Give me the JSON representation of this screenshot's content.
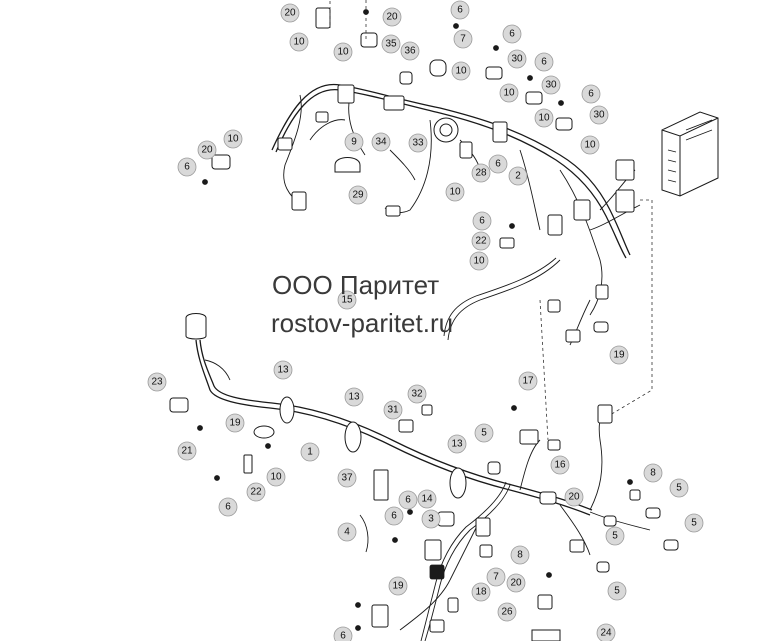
{
  "watermark": {
    "line1": "ООО Паритет",
    "line2": "rostov-paritet.ru"
  },
  "callouts": [
    {
      "id": "c1",
      "label": "20"
    },
    {
      "id": "c2",
      "label": "20"
    },
    {
      "id": "c3",
      "label": "6"
    },
    {
      "id": "c4",
      "label": "10"
    },
    {
      "id": "c5",
      "label": "10"
    },
    {
      "id": "c6",
      "label": "35"
    },
    {
      "id": "c7",
      "label": "36"
    },
    {
      "id": "c8",
      "label": "7"
    },
    {
      "id": "c9",
      "label": "6"
    },
    {
      "id": "c10",
      "label": "10"
    },
    {
      "id": "c11",
      "label": "30"
    },
    {
      "id": "c12",
      "label": "6"
    },
    {
      "id": "c13",
      "label": "10"
    },
    {
      "id": "c14",
      "label": "30"
    },
    {
      "id": "c15",
      "label": "6"
    },
    {
      "id": "c16",
      "label": "10"
    },
    {
      "id": "c17",
      "label": "30"
    },
    {
      "id": "c18",
      "label": "10"
    },
    {
      "id": "c19",
      "label": "9"
    },
    {
      "id": "c20",
      "label": "34"
    },
    {
      "id": "c21",
      "label": "33"
    },
    {
      "id": "c22",
      "label": "6"
    },
    {
      "id": "c23",
      "label": "2"
    },
    {
      "id": "c24",
      "label": "28"
    },
    {
      "id": "c25",
      "label": "10"
    },
    {
      "id": "c26",
      "label": "10"
    },
    {
      "id": "c27",
      "label": "20"
    },
    {
      "id": "c28",
      "label": "6"
    },
    {
      "id": "c29",
      "label": "29"
    },
    {
      "id": "c30",
      "label": "6"
    },
    {
      "id": "c31",
      "label": "22"
    },
    {
      "id": "c32",
      "label": "10"
    },
    {
      "id": "c33",
      "label": "15"
    },
    {
      "id": "c34",
      "label": "19"
    },
    {
      "id": "c35",
      "label": "23"
    },
    {
      "id": "c36",
      "label": "13"
    },
    {
      "id": "c37",
      "label": "13"
    },
    {
      "id": "c38",
      "label": "32"
    },
    {
      "id": "c39",
      "label": "17"
    },
    {
      "id": "c40",
      "label": "31"
    },
    {
      "id": "c41",
      "label": "21"
    },
    {
      "id": "c42",
      "label": "19"
    },
    {
      "id": "c43",
      "label": "1"
    },
    {
      "id": "c44",
      "label": "5"
    },
    {
      "id": "c45",
      "label": "10"
    },
    {
      "id": "c46",
      "label": "22"
    },
    {
      "id": "c47",
      "label": "13"
    },
    {
      "id": "c48",
      "label": "16"
    },
    {
      "id": "c49",
      "label": "8"
    },
    {
      "id": "c50",
      "label": "6"
    },
    {
      "id": "c51",
      "label": "37"
    },
    {
      "id": "c52",
      "label": "20"
    },
    {
      "id": "c53",
      "label": "5"
    },
    {
      "id": "c54",
      "label": "6"
    },
    {
      "id": "c55",
      "label": "14"
    },
    {
      "id": "c56",
      "label": "6"
    },
    {
      "id": "c57",
      "label": "3"
    },
    {
      "id": "c58",
      "label": "4"
    },
    {
      "id": "c59",
      "label": "5"
    },
    {
      "id": "c60",
      "label": "5"
    },
    {
      "id": "c61",
      "label": "7"
    },
    {
      "id": "c62",
      "label": "8"
    },
    {
      "id": "c63",
      "label": "19"
    },
    {
      "id": "c64",
      "label": "20"
    },
    {
      "id": "c65",
      "label": "5"
    },
    {
      "id": "c66",
      "label": "18"
    },
    {
      "id": "c67",
      "label": "26"
    },
    {
      "id": "c68",
      "label": "6"
    },
    {
      "id": "c69",
      "label": "24"
    }
  ]
}
